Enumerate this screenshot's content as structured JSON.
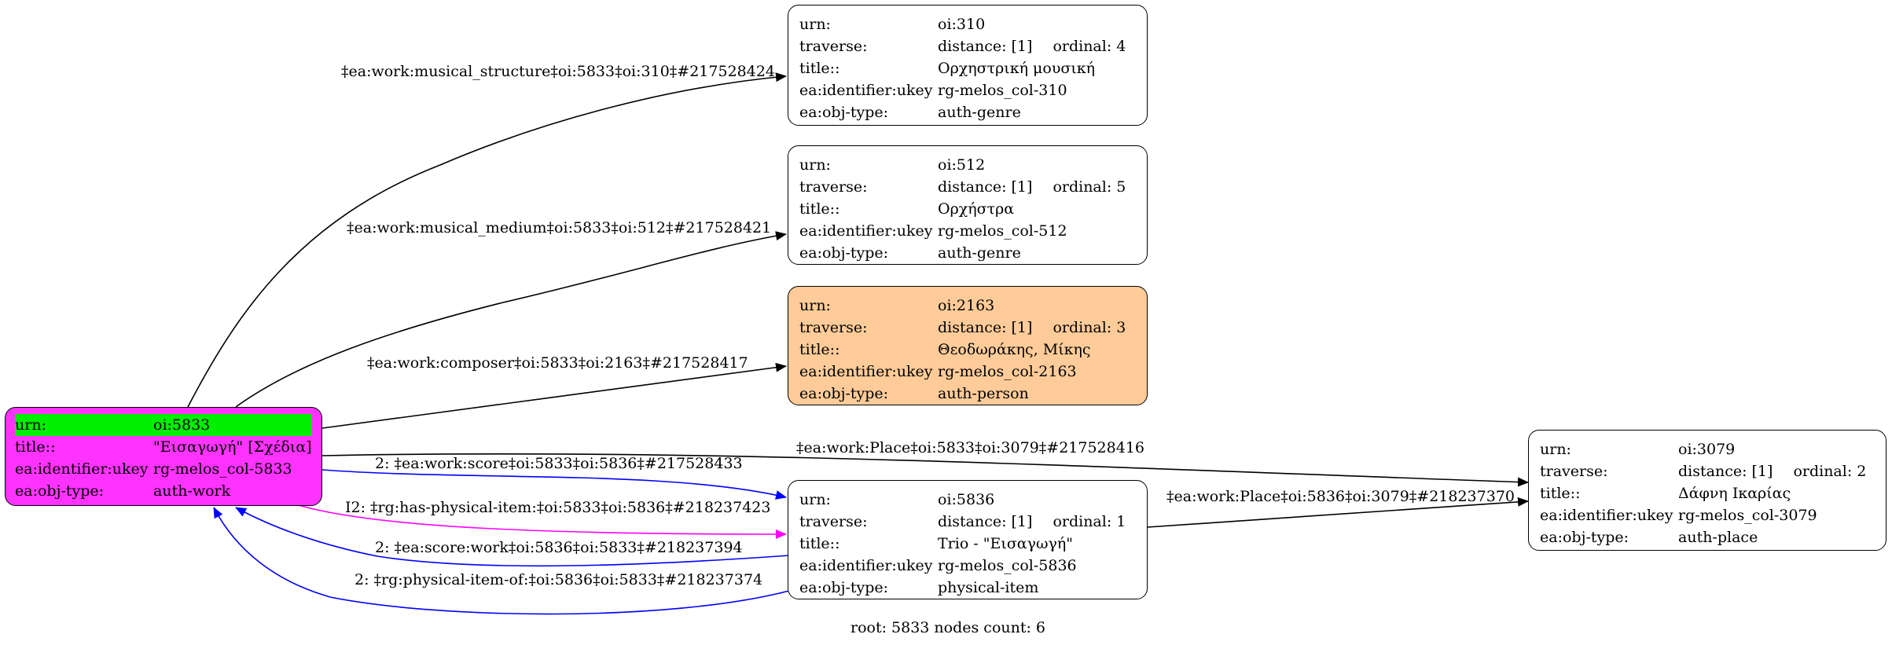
{
  "colors": {
    "root_fill": "#ff33ff",
    "root_highlight": "#00ee00",
    "composer_fill": "#ffcc99",
    "edge_black": "#000000",
    "edge_blue": "#0000ff",
    "edge_magenta": "#ff00ff"
  },
  "nodes": {
    "root": {
      "rows": [
        {
          "k": "urn:",
          "v": "oi:5833"
        },
        {
          "k": "title::",
          "v": "\"Εισαγωγή\" [Σχέδια]"
        },
        {
          "k": "ea:identifier:ukey",
          "v": "rg-melos_col-5833"
        },
        {
          "k": "ea:obj-type:",
          "v": "auth-work"
        }
      ]
    },
    "n310": {
      "rows": [
        {
          "k": "urn:",
          "v": "oi:310"
        },
        {
          "k": "traverse:",
          "v": "distance: [1]",
          "ord": "ordinal: 4"
        },
        {
          "k": "title::",
          "v": "Ορχηστρική μουσική"
        },
        {
          "k": "ea:identifier:ukey",
          "v": "rg-melos_col-310"
        },
        {
          "k": "ea:obj-type:",
          "v": "auth-genre"
        }
      ]
    },
    "n512": {
      "rows": [
        {
          "k": "urn:",
          "v": "oi:512"
        },
        {
          "k": "traverse:",
          "v": "distance: [1]",
          "ord": "ordinal: 5"
        },
        {
          "k": "title::",
          "v": "Ορχήστρα"
        },
        {
          "k": "ea:identifier:ukey",
          "v": "rg-melos_col-512"
        },
        {
          "k": "ea:obj-type:",
          "v": "auth-genre"
        }
      ]
    },
    "n2163": {
      "rows": [
        {
          "k": "urn:",
          "v": "oi:2163"
        },
        {
          "k": "traverse:",
          "v": "distance: [1]",
          "ord": "ordinal: 3"
        },
        {
          "k": "title::",
          "v": "Θεοδωράκης, Μίκης"
        },
        {
          "k": "ea:identifier:ukey",
          "v": "rg-melos_col-2163"
        },
        {
          "k": "ea:obj-type:",
          "v": "auth-person"
        }
      ]
    },
    "n5836": {
      "rows": [
        {
          "k": "urn:",
          "v": "oi:5836"
        },
        {
          "k": "traverse:",
          "v": "distance: [1]",
          "ord": "ordinal: 1"
        },
        {
          "k": "title::",
          "v": "Trio - \"Εισαγωγή\""
        },
        {
          "k": "ea:identifier:ukey",
          "v": "rg-melos_col-5836"
        },
        {
          "k": "ea:obj-type:",
          "v": "physical-item"
        }
      ]
    },
    "n3079": {
      "rows": [
        {
          "k": "urn:",
          "v": "oi:3079"
        },
        {
          "k": "traverse:",
          "v": "distance: [1]",
          "ord": "ordinal: 2"
        },
        {
          "k": "title::",
          "v": "Δάφνη Ικαρίας"
        },
        {
          "k": "ea:identifier:ukey",
          "v": "rg-melos_col-3079"
        },
        {
          "k": "ea:obj-type:",
          "v": "auth-place"
        }
      ]
    }
  },
  "edges": {
    "musical_structure": "‡ea:work:musical_structure‡oi:5833‡oi:310‡#217528424",
    "musical_medium": "‡ea:work:musical_medium‡oi:5833‡oi:512‡#217528421",
    "composer": "‡ea:work:composer‡oi:5833‡oi:2163‡#217528417",
    "place_5833": "‡ea:work:Place‡oi:5833‡oi:3079‡#217528416",
    "score": "2: ‡ea:work:score‡oi:5833‡oi:5836‡#217528433",
    "has_physical_item": "I2: ‡rg:has-physical-item:‡oi:5833‡oi:5836‡#218237423",
    "score_work": "2: ‡ea:score:work‡oi:5836‡oi:5833‡#218237394",
    "physical_item_of": "2: ‡rg:physical-item-of:‡oi:5836‡oi:5833‡#218237374",
    "place_5836": "‡ea:work:Place‡oi:5836‡oi:3079‡#218237370"
  },
  "footer": "root: 5833 nodes count: 6"
}
